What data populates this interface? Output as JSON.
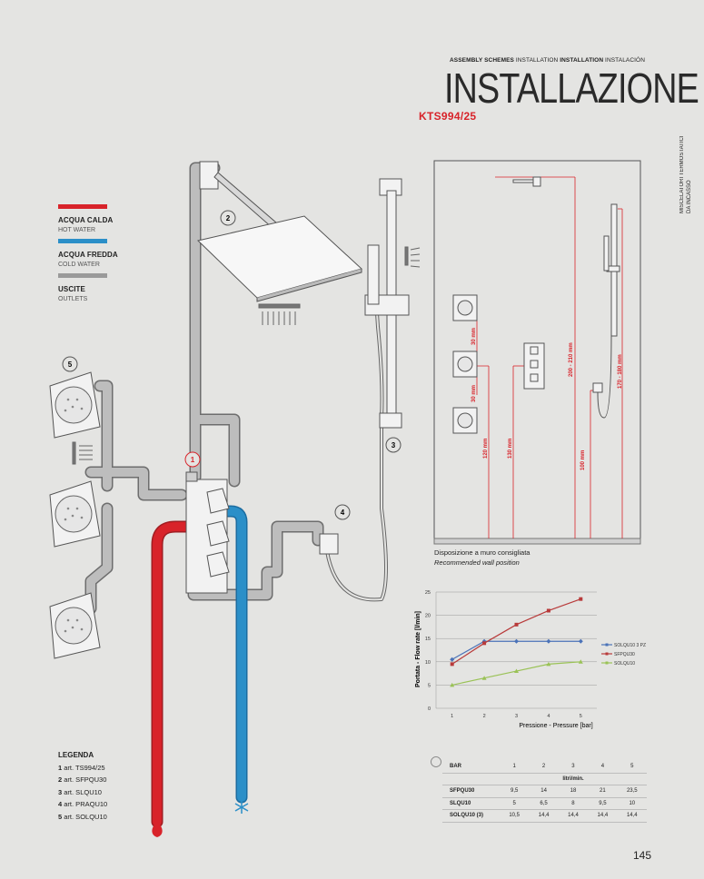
{
  "header": {
    "tags": [
      {
        "text": "ASSEMBLY SCHEMES",
        "bold": true
      },
      {
        "text": " INSTALLATION ",
        "bold": false
      },
      {
        "text": "INSTALLATION",
        "bold": true
      },
      {
        "text": " INSTALACIÓN",
        "bold": false
      }
    ],
    "title": "INSTALLAZIONE",
    "model": "KTS994/25",
    "side_label": [
      "MISCELATORI TERMOSTATICI",
      "DA INCASSO"
    ]
  },
  "legend_pipes": [
    {
      "title": "ACQUA CALDA",
      "subtitle": "HOT WATER",
      "color": "#d8232a"
    },
    {
      "title": "ACQUA FREDDA",
      "subtitle": "COLD WATER",
      "color": "#2b8fc8"
    },
    {
      "title": "USCITE",
      "subtitle": "OUTLETS",
      "color": "#9a9a9a"
    }
  ],
  "legenda": {
    "title": "LEGENDA",
    "items": [
      {
        "num": "1",
        "text": "art. TS994/25"
      },
      {
        "num": "2",
        "text": "art. SFPQU30"
      },
      {
        "num": "3",
        "text": "art. SLQU10"
      },
      {
        "num": "4",
        "text": "art. PRAQU10"
      },
      {
        "num": "5",
        "text": "art. SOLQU10"
      }
    ]
  },
  "callouts": [
    "1",
    "2",
    "3",
    "4",
    "5"
  ],
  "position_box": {
    "dims": [
      "30 mm",
      "30 mm",
      "120 mm",
      "130 mm",
      "200 - 210 mm",
      "100 mm",
      "170 - 180 mm"
    ],
    "note_it": "Disposizione a muro consigliata",
    "note_en": "Recommended wall position"
  },
  "chart_data": {
    "type": "line",
    "x": [
      1,
      2,
      3,
      4,
      5
    ],
    "xlabel": "Pressione - Pressure [bar]",
    "ylabel": "Portata - Flow rate [l/min]",
    "xlim": [
      0.5,
      5.5
    ],
    "ylim": [
      0,
      25
    ],
    "yticks": [
      0,
      5,
      10,
      15,
      20,
      25
    ],
    "grid": true,
    "legend_position": "right",
    "series": [
      {
        "name": "SOLQU10 3 PZ",
        "values": [
          10.5,
          14.4,
          14.4,
          14.4,
          14.4
        ],
        "color": "#4a72b8",
        "marker": "diamond"
      },
      {
        "name": "SFPQU30",
        "values": [
          9.5,
          14,
          18,
          21,
          23.5
        ],
        "color": "#b83a3a",
        "marker": "square"
      },
      {
        "name": "SOLQU10",
        "values": [
          5,
          6.5,
          8,
          9.5,
          10
        ],
        "color": "#9ac256",
        "marker": "triangle"
      }
    ]
  },
  "flow_table": {
    "header": [
      "BAR",
      "1",
      "2",
      "3",
      "4",
      "5"
    ],
    "unit": "litri/min.",
    "rows": [
      {
        "label": "SFPQU30",
        "values": [
          "9,5",
          "14",
          "18",
          "21",
          "23,5"
        ]
      },
      {
        "label": "SLQU10",
        "values": [
          "5",
          "6,5",
          "8",
          "9,5",
          "10"
        ]
      },
      {
        "label": "SOLQU10 (3)",
        "values": [
          "10,5",
          "14,4",
          "14,4",
          "14,4",
          "14,4"
        ]
      }
    ]
  },
  "page_number": "145"
}
